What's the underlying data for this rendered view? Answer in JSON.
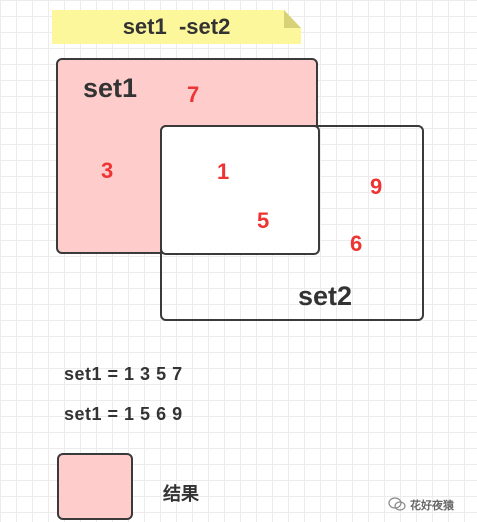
{
  "title": "set1  -set2",
  "venn": {
    "set1_label": "set1",
    "set2_label": "set2",
    "numbers": {
      "set1_only_top": "7",
      "set1_only_left": "3",
      "intersection_a": "1",
      "intersection_b": "5",
      "set2_only_a": "9",
      "set2_only_b": "6"
    }
  },
  "lines": {
    "line1": "set1 = 1 3 5 7",
    "line2": "set1 = 1 5 6 9"
  },
  "legend": {
    "label": "结果"
  },
  "watermark": "花好夜猿",
  "colors": {
    "result_fill": "#ffcccc",
    "number_color": "#ee3333",
    "banner": "#fbf79a"
  }
}
